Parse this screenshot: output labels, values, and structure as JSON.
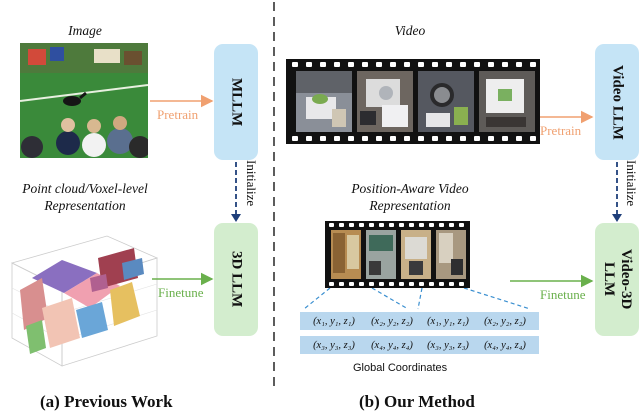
{
  "left": {
    "image_label": "Image",
    "pc_label_line1": "Point cloud/Voxel-level",
    "pc_label_line2": "Representation",
    "mllm_label": "MLLM",
    "llm3d_label": "3D LLM",
    "pretrain": "Pretrain",
    "finetune": "Finetune",
    "initialize": "Initialize",
    "caption": "(a) Previous Work"
  },
  "right": {
    "video_label": "Video",
    "pos_label_line1": "Position-Aware Video",
    "pos_label_line2": "Representation",
    "videollm_label": "Video LLM",
    "video3d_label": "Video-3D\nLLM",
    "pretrain": "Pretrain",
    "finetune": "Finetune",
    "initialize": "Initialize",
    "coords": [
      "(x₁, y₁, z₁)",
      "(x₂, y₂, z₂)",
      "(x₁, y₁, z₁)",
      "(x₂, y₂, z₂)",
      "(x₃, y₃, z₃)",
      "(x₄, y₄, z₄)",
      "(x₃, y₃, z₃)",
      "(x₄, y₄, z₄)"
    ],
    "global_coords": "Global Coordinates",
    "caption": "(b) Our Method"
  },
  "colors": {
    "pretrain_arrow": "#f0a070",
    "finetune_arrow": "#6ab04c",
    "initialize_arrow": "#1f3f7a",
    "blue_box": "#c5e4f6",
    "green_box": "#d3edce",
    "coord_box": "#b9d7ee"
  }
}
